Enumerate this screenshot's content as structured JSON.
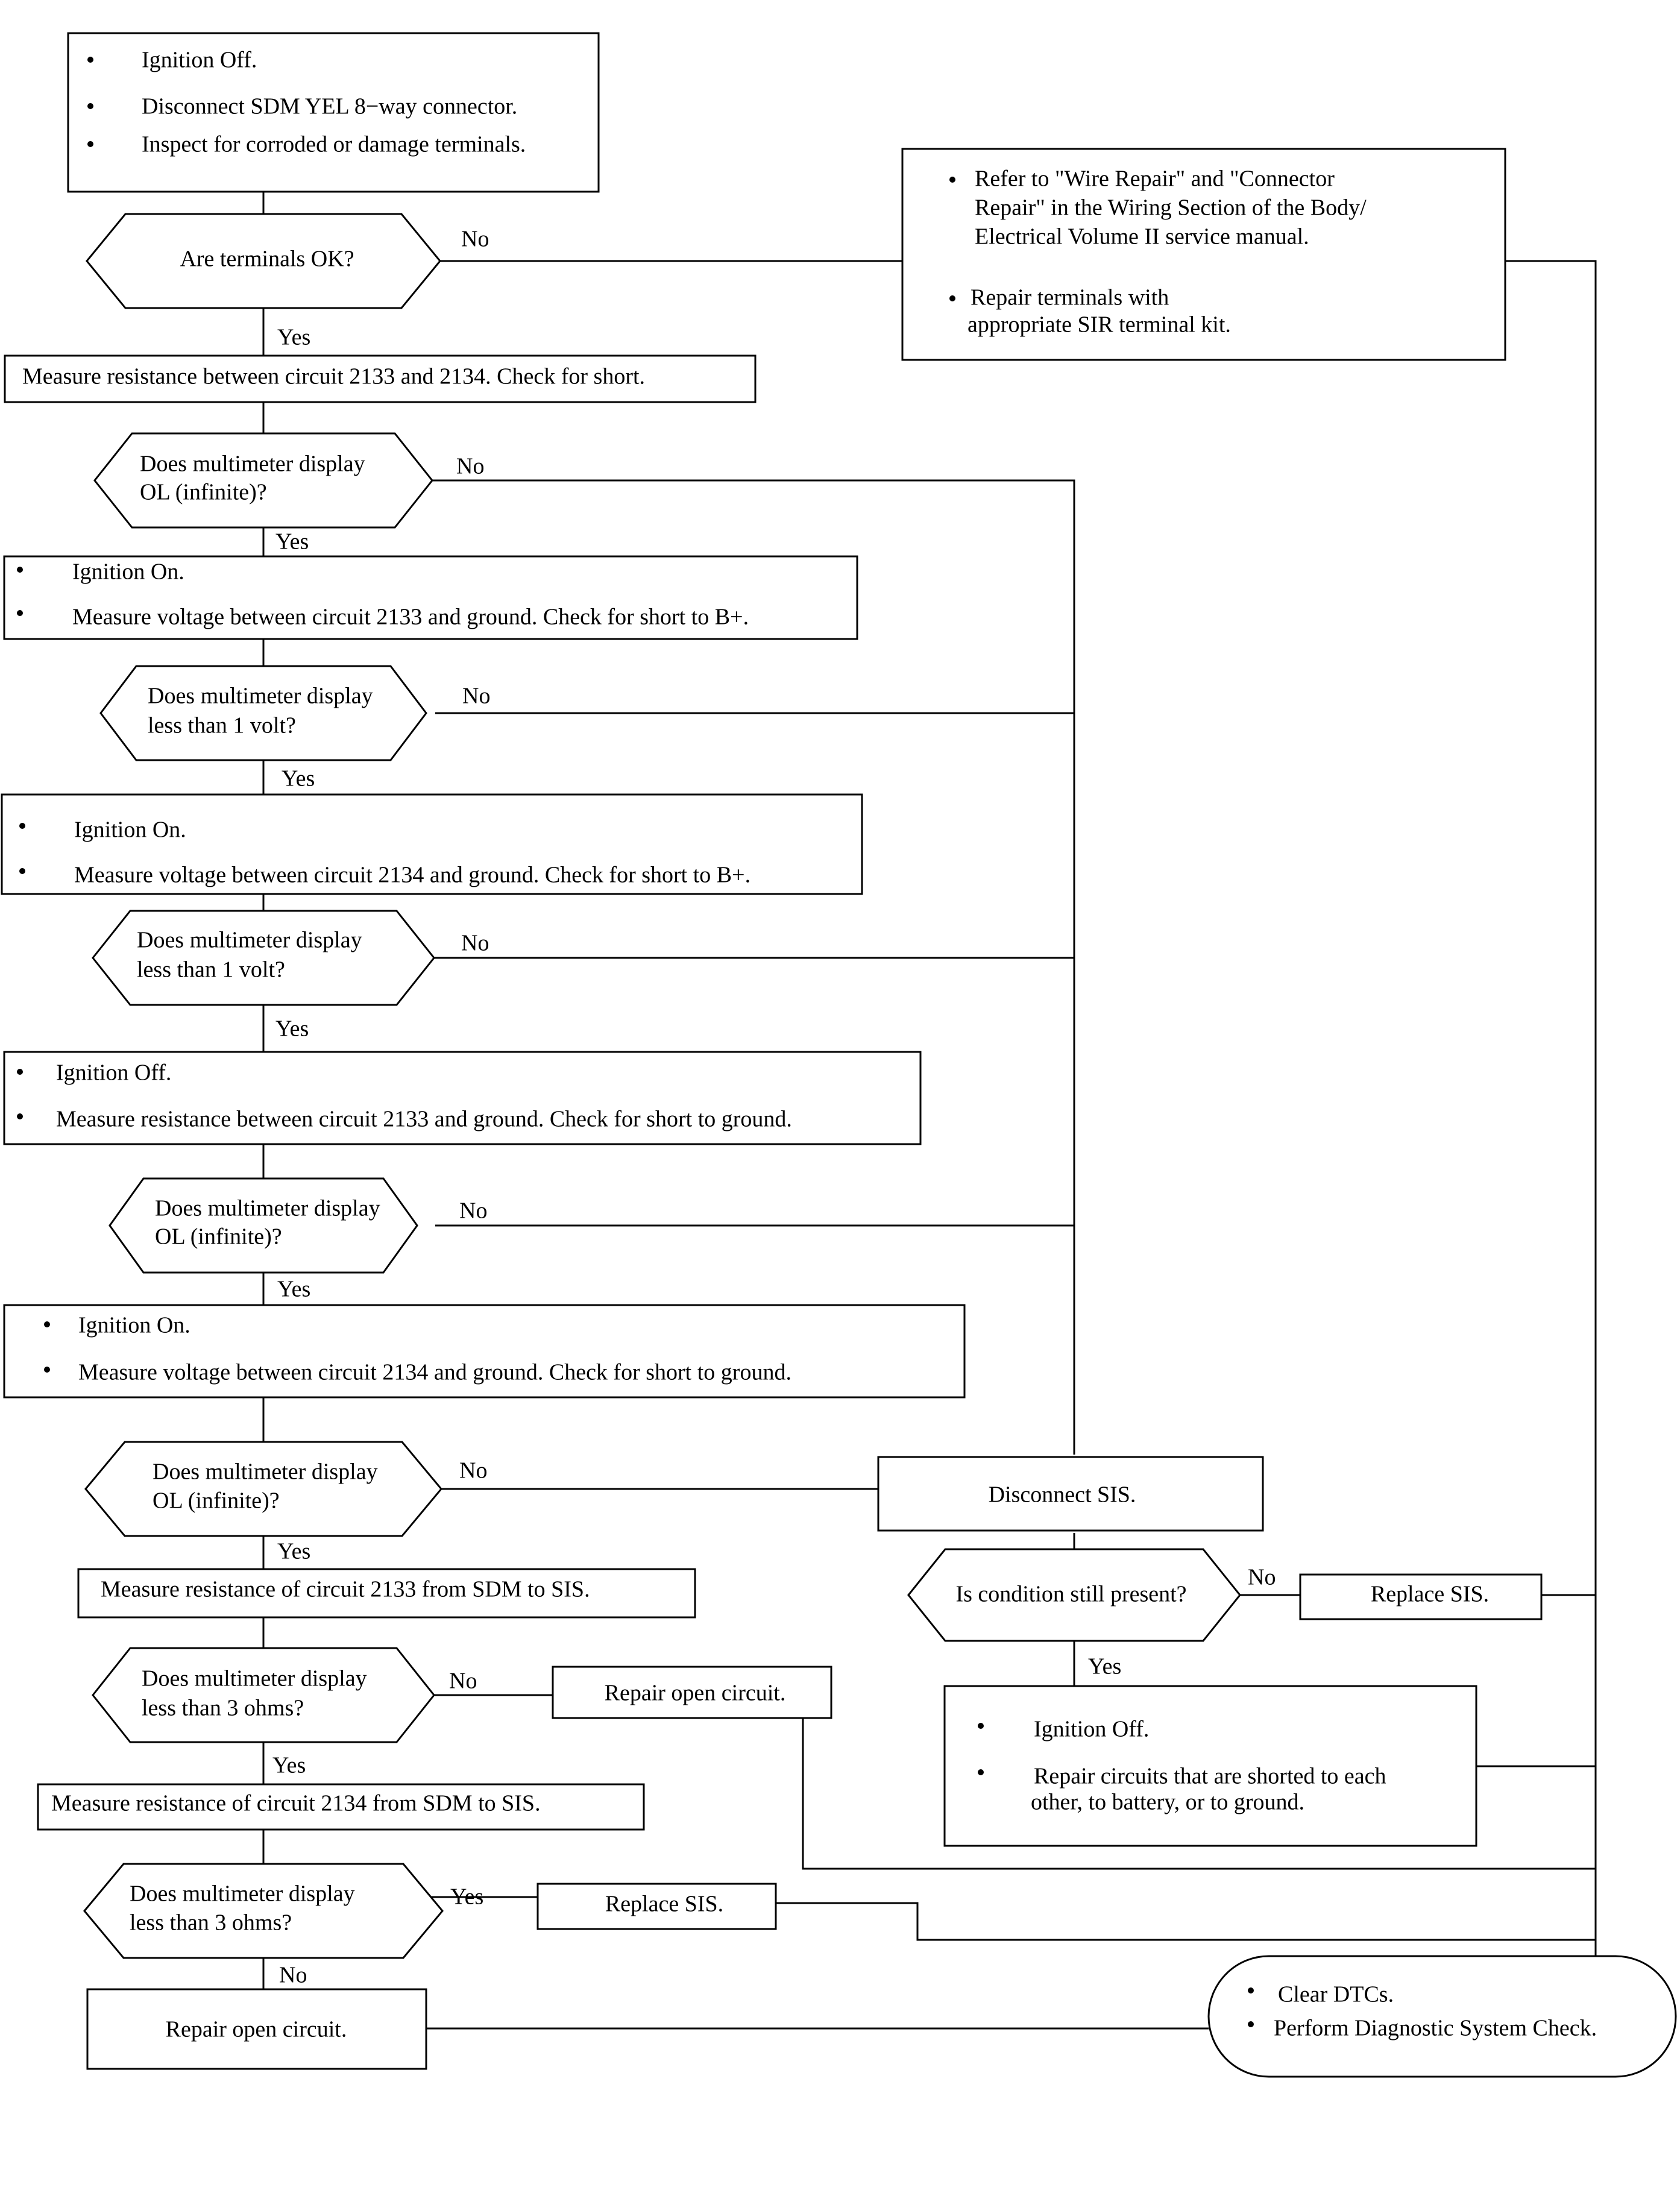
{
  "steps": {
    "s1": {
      "lines": [
        "Ignition Off.",
        "Disconnect SDM YEL 8−way connector.",
        "Inspect for corroded or damage terminals."
      ]
    },
    "d1": {
      "lines": [
        "Are terminals OK?"
      ]
    },
    "repair_terminals": {
      "items": [
        [
          "Refer to \"Wire Repair\" and \"Connector",
          "Repair\" in the Wiring Section of the Body/",
          "Electrical Volume II service manual."
        ],
        [
          "Repair terminals with",
          "appropriate SIR terminal kit."
        ]
      ]
    },
    "s2": {
      "lines": [
        "Measure resistance between circuit 2133 and 2134.  Check for short."
      ]
    },
    "d2": {
      "lines": [
        "Does multimeter display",
        "OL (infinite)?"
      ]
    },
    "s3": {
      "lines": [
        "Ignition On.",
        "Measure voltage between circuit 2133 and ground.  Check for short to B+."
      ]
    },
    "d3": {
      "lines": [
        "Does multimeter display",
        "less than 1 volt?"
      ]
    },
    "s4": {
      "lines": [
        "Ignition On.",
        "Measure voltage between circuit 2134 and ground.  Check for short to B+."
      ]
    },
    "d4": {
      "lines": [
        "Does multimeter display",
        "less than 1 volt?"
      ]
    },
    "s5": {
      "lines": [
        "Ignition Off.",
        "Measure resistance between circuit 2133 and ground.  Check for short to ground."
      ]
    },
    "d5": {
      "lines": [
        "Does multimeter display",
        "OL (infinite)?"
      ]
    },
    "s6": {
      "lines": [
        "Ignition On.",
        "Measure voltage between circuit 2134  and ground.  Check for short to ground."
      ]
    },
    "d6": {
      "lines": [
        "Does multimeter display",
        "OL (infinite)?"
      ]
    },
    "disconnect_sis": {
      "lines": [
        "Disconnect SIS."
      ]
    },
    "d_cond": {
      "lines": [
        "Is condition still present?"
      ]
    },
    "replace_sis_1": {
      "lines": [
        "Replace SIS."
      ]
    },
    "repair_shorts": {
      "items": [
        [
          "Ignition Off."
        ],
        [
          "Repair circuits that are shorted to each",
          "other, to battery, or to ground."
        ]
      ]
    },
    "s7": {
      "lines": [
        "Measure resistance of circuit 2133 from  SDM to SIS."
      ]
    },
    "d7": {
      "lines": [
        "Does multimeter display",
        "less than 3 ohms?"
      ]
    },
    "repair_open_1": {
      "lines": [
        "Repair open circuit."
      ]
    },
    "s8": {
      "lines": [
        "Measure resistance of circuit 2134 from SDM to SIS."
      ]
    },
    "d8": {
      "lines": [
        "Does multimeter display",
        "less than 3 ohms?"
      ]
    },
    "replace_sis_2": {
      "lines": [
        "Replace SIS."
      ]
    },
    "repair_open_2": {
      "lines": [
        "Repair open circuit."
      ]
    },
    "end": {
      "lines": [
        "Clear DTCs.",
        "Perform Diagnostic System Check."
      ]
    }
  },
  "labels": {
    "yes": "Yes",
    "no": "No"
  }
}
